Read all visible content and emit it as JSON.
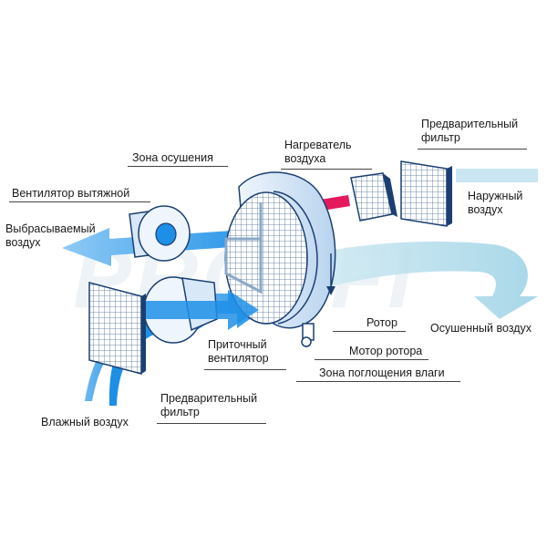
{
  "diagram": {
    "watermark": "PROFFI",
    "labels": {
      "pre_filter_top": "Предварительный фильтр",
      "heater": "Нагреватель воздуха",
      "drying_zone": "Зона осушения",
      "exhaust_fan": "Вентилятор вытяжной",
      "exhaust_air": "Выбрасываемый воздух",
      "outdoor_air": "Наружный воздух",
      "rotor": "Ротор",
      "dried_air": "Осушенный воздух",
      "rotor_motor": "Мотор ротора",
      "absorption_zone": "Зона поглощения влаги",
      "supply_fan": "Приточный вентилятор",
      "pre_filter_bottom": "Предварительный фильтр",
      "humid_air": "Влажный воздух"
    },
    "colors": {
      "air_stream": "#1e8fe6",
      "dried_stream": "#9fd3e6",
      "heater_arrow": "#e5195e",
      "rotor_body": "#d8e8f7",
      "outline": "#1b3f73"
    }
  }
}
